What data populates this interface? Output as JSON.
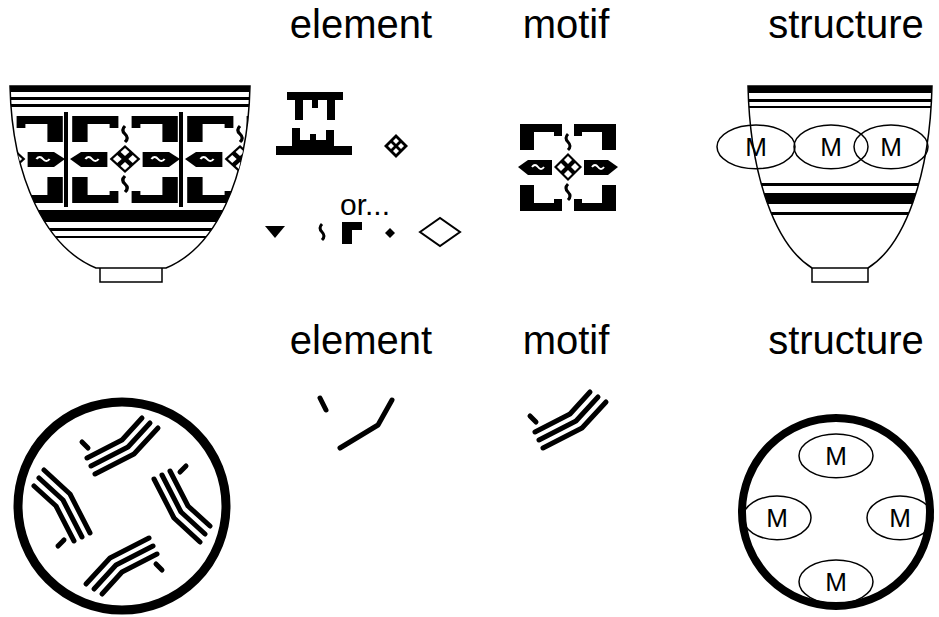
{
  "diagram": {
    "nodes": [
      {
        "text": [
          "M"
        ]
      },
      {
        "text": [
          "M"
        ]
      },
      {
        "text": [
          "M"
        ]
      },
      {
        "text": [
          "M"
        ]
      },
      {
        "text": [
          "M"
        ]
      },
      {
        "text": [
          "M"
        ]
      },
      {
        "text": [
          "M"
        ]
      }
    ],
    "labels": [
      "element",
      "motif",
      "structure",
      "or...",
      "element",
      "motif",
      "structure"
    ]
  }
}
